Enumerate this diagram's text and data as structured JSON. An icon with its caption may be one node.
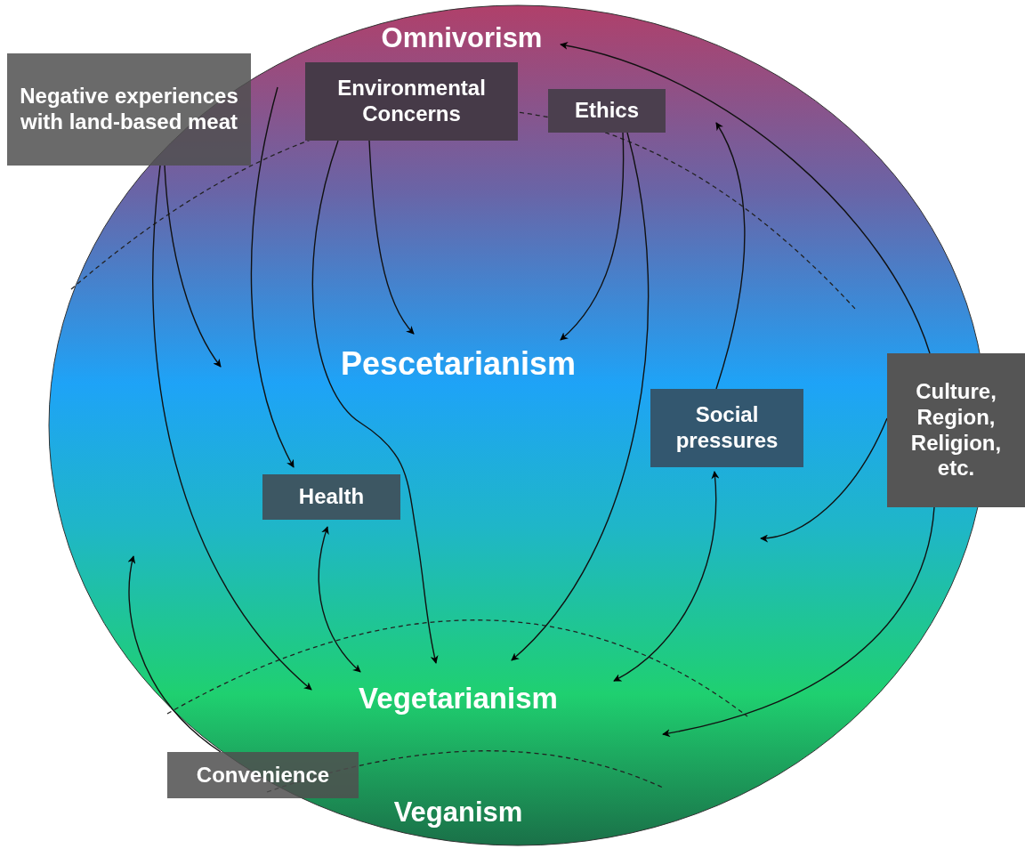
{
  "diagram": {
    "nodes": [
      {
        "text": [
          "Omnivorism"
        ]
      },
      {
        "text": [
          "Negative experiences with land-based meat"
        ]
      },
      {
        "text": [
          "Environmental Concerns"
        ]
      },
      {
        "text": [
          "Ethics"
        ]
      },
      {
        "text": [
          "Pescetarianism"
        ]
      },
      {
        "text": [
          "Social pressures"
        ]
      },
      {
        "text": [
          "Culture, Region, Religion, etc."
        ]
      },
      {
        "text": [
          "Health"
        ]
      },
      {
        "text": [
          "Vegetarianism"
        ]
      },
      {
        "text": [
          "Convenience"
        ]
      },
      {
        "text": [
          "Veganism"
        ]
      }
    ],
    "edges": [
      {
        "from": 1,
        "to": null,
        "arrow": "to"
      },
      {
        "from": 1,
        "to": 8,
        "arrow": "to"
      },
      {
        "from": null,
        "to": 7,
        "arrow": "to"
      },
      {
        "from": 2,
        "to": 4,
        "arrow": "to"
      },
      {
        "from": 2,
        "to": 8,
        "arrow": "to"
      },
      {
        "from": 3,
        "to": 4,
        "arrow": "to"
      },
      {
        "from": 3,
        "to": 8,
        "arrow": "to"
      },
      {
        "from": 5,
        "to": null,
        "arrow": "to"
      },
      {
        "from": 7,
        "to": 8,
        "arrow": "both"
      },
      {
        "from": 5,
        "to": 8,
        "arrow": "both"
      },
      {
        "from": 9,
        "to": null,
        "arrow": "to"
      },
      {
        "from": 6,
        "to": null,
        "arrow": "to"
      },
      {
        "from": 6,
        "to": 0,
        "arrow": "to"
      },
      {
        "from": 6,
        "to": 8,
        "arrow": "to"
      }
    ]
  }
}
